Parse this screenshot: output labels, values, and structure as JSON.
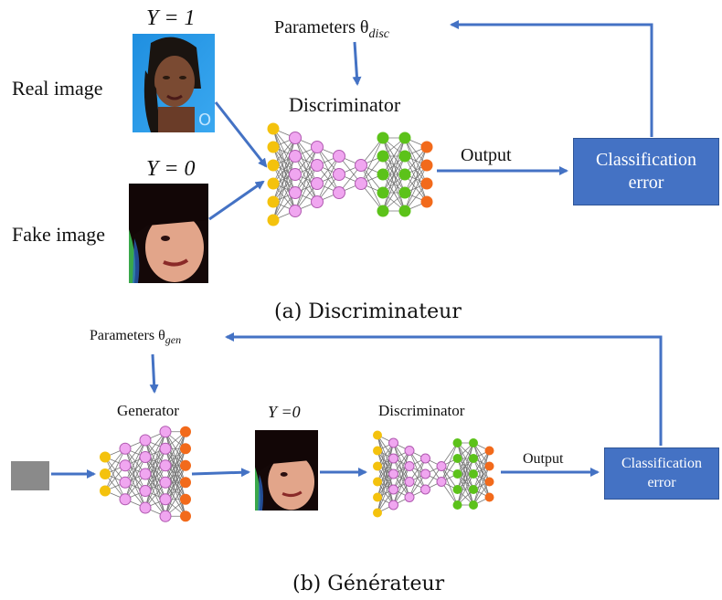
{
  "panel_a": {
    "label_y_real": "Y = 1",
    "label_y_fake": "Y = 0",
    "real_image_label": "Real image",
    "fake_image_label": "Fake image",
    "parameters_text": "Parameters θ",
    "parameters_sub": "disc",
    "discriminator_label": "Discriminator",
    "output_label": "Output",
    "box_line1": "Classification",
    "box_line2": "error",
    "caption": "(a) Discriminateur"
  },
  "panel_b": {
    "parameters_text": "Parameters θ",
    "parameters_sub": "gen",
    "generator_label": "Generator",
    "label_y": "Y =0",
    "discriminator_label": "Discriminator",
    "output_label": "Output",
    "box_line1": "Classification",
    "box_line2": "error",
    "caption": "(b) Générateur"
  },
  "colors": {
    "arrow": "#4472c4",
    "box": "#4472c4",
    "node_input": "#f4c20d",
    "node_hidden": "#f0a6f0",
    "node_green": "#5cc21a",
    "node_output": "#f26a1b"
  }
}
